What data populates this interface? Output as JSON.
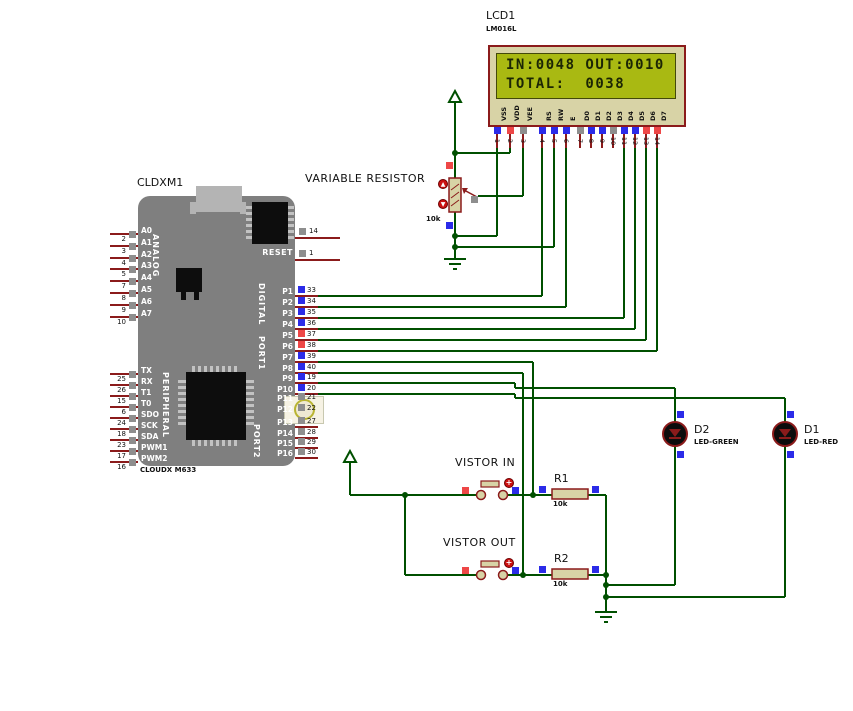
{
  "colors": {
    "wire": "#005000",
    "outline": "#8b1b1b",
    "fill_beige": "#d8d3a6",
    "mcu_gray": "#7f7f7f",
    "screen": "#a9b912",
    "screen_text": "#1c2605",
    "state_blue": "#2b2be8",
    "state_red": "#ee4747",
    "state_gray": "#8e8e8e",
    "led_body": "#0d0d0d",
    "canvas": "#ffffff"
  },
  "lcd": {
    "ref": "LCD1",
    "part": "LM016L",
    "line1": "IN:0048 OUT:0010",
    "line2": "TOTAL:  0038",
    "pins": [
      {
        "num": "1",
        "label": "VSS",
        "state": "blue"
      },
      {
        "num": "2",
        "label": "VDD",
        "state": "red"
      },
      {
        "num": "3",
        "label": "VEE",
        "state": "gray"
      },
      {
        "num": "4",
        "label": "RS",
        "state": "blue"
      },
      {
        "num": "5",
        "label": "RW",
        "state": "blue"
      },
      {
        "num": "6",
        "label": "E",
        "state": "blue"
      },
      {
        "num": "7",
        "label": "D0",
        "state": "gray"
      },
      {
        "num": "8",
        "label": "D1",
        "state": "blue"
      },
      {
        "num": "9",
        "label": "D2",
        "state": "blue"
      },
      {
        "num": "10",
        "label": "D3",
        "state": "gray"
      },
      {
        "num": "11",
        "label": "D4",
        "state": "blue"
      },
      {
        "num": "12",
        "label": "D5",
        "state": "blue"
      },
      {
        "num": "13",
        "label": "D6",
        "state": "red"
      },
      {
        "num": "14",
        "label": "D7",
        "state": "red"
      }
    ]
  },
  "mcu": {
    "ref": "CLDXM1",
    "board": "CLOUDX M633",
    "reset_label": "RESET",
    "analog": {
      "title": "ANALOG",
      "pins": [
        {
          "label": "A0",
          "num": "2"
        },
        {
          "label": "A1",
          "num": "3"
        },
        {
          "label": "A2",
          "num": "4"
        },
        {
          "label": "A3",
          "num": "5"
        },
        {
          "label": "A4",
          "num": "7"
        },
        {
          "label": "A5",
          "num": "8"
        },
        {
          "label": "A6",
          "num": "9"
        },
        {
          "label": "A7",
          "num": "10"
        }
      ]
    },
    "peripheral": {
      "title": "PERIPHERAL",
      "pins": [
        {
          "label": "TX",
          "num": "25"
        },
        {
          "label": "RX",
          "num": "26"
        },
        {
          "label": "T1",
          "num": "15"
        },
        {
          "label": "T0",
          "num": "6"
        },
        {
          "label": "SDO",
          "num": "24"
        },
        {
          "label": "SCK",
          "num": "18"
        },
        {
          "label": "SDA",
          "num": "23"
        },
        {
          "label": "PWM1",
          "num": "17"
        },
        {
          "label": "PWM2",
          "num": "16"
        }
      ]
    },
    "digital": {
      "title": "DIGITAL",
      "port1": "PORT1",
      "port2": "PORT2",
      "pins": [
        {
          "label": "P1",
          "num": "33",
          "state": "blue"
        },
        {
          "label": "P2",
          "num": "34",
          "state": "blue"
        },
        {
          "label": "P3",
          "num": "35",
          "state": "blue"
        },
        {
          "label": "P4",
          "num": "36",
          "state": "blue"
        },
        {
          "label": "P5",
          "num": "37",
          "state": "red"
        },
        {
          "label": "P6",
          "num": "38",
          "state": "red"
        },
        {
          "label": "P7",
          "num": "39",
          "state": "blue"
        },
        {
          "label": "P8",
          "num": "40",
          "state": "blue"
        },
        {
          "label": "P9",
          "num": "19",
          "state": "blue"
        },
        {
          "label": "P10",
          "num": "20",
          "state": "blue"
        },
        {
          "label": "P11",
          "num": "21",
          "state": "gray"
        },
        {
          "label": "P12",
          "num": "22",
          "state": "gray"
        },
        {
          "label": "P13",
          "num": "27",
          "state": "gray"
        },
        {
          "label": "P14",
          "num": "28",
          "state": "gray"
        },
        {
          "label": "P15",
          "num": "29",
          "state": "gray"
        },
        {
          "label": "P16",
          "num": "30",
          "state": "gray"
        }
      ]
    },
    "reset_pins": [
      {
        "num": "14"
      },
      {
        "num": "1"
      }
    ]
  },
  "pot": {
    "ref_label": "VARIABLE RESISTOR",
    "value": "10k",
    "up_glyph": "▲",
    "down_glyph": "▼"
  },
  "buttons": [
    {
      "label": "VISTOR IN",
      "glyph": "+"
    },
    {
      "label": "VISTOR OUT",
      "glyph": "+"
    }
  ],
  "resistors": [
    {
      "ref": "R1",
      "value": "10k"
    },
    {
      "ref": "R2",
      "value": "10k"
    }
  ],
  "leds": [
    {
      "ref": "D2",
      "type": "LED-GREEN"
    },
    {
      "ref": "D1",
      "type": "LED-RED"
    }
  ]
}
